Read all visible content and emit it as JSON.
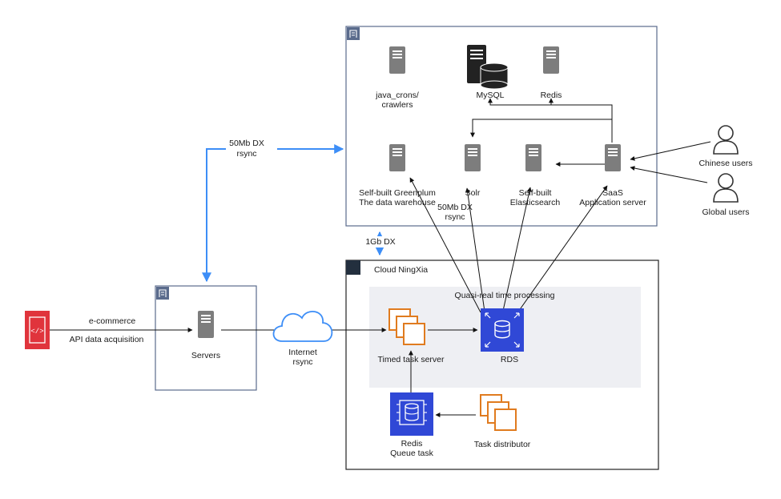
{
  "groups": {
    "cloud_ningxia": "Cloud NingXia",
    "quasi_realtime": "Quasi-real time processing"
  },
  "nodes": {
    "crawlers": [
      "java_crons/",
      "crawlers"
    ],
    "mysql": "MySQL",
    "redis_top": "Redis",
    "greenplum": [
      "Self-built Greenplum",
      "The data warehouse"
    ],
    "solr": "Solr",
    "elasticsearch": [
      "Self-built",
      "Elasticsearch"
    ],
    "saas": [
      "SaaS",
      "Application server"
    ],
    "chinese_users": "Chinese users",
    "global_users": "Global users",
    "servers": "Servers",
    "internet": [
      "Internet",
      "rsync"
    ],
    "timed_task": "Timed task server",
    "rds": "RDS",
    "redis_queue": [
      "Redis",
      "Queue task"
    ],
    "task_distributor": "Task distributor",
    "api": [
      "e-commerce",
      "API data acquisition"
    ]
  },
  "links": {
    "dx_50_top": [
      "50Mb DX",
      "rsync"
    ],
    "dx_50_mid": [
      "50Mb DX",
      "rsync"
    ],
    "dx_1g": "1Gb DX"
  },
  "colors": {
    "group_border": "#5a6b8c",
    "link_blue": "#3d8ef7",
    "server_gray": "#7d7d7d",
    "aws_orange": "#e07b1f",
    "aws_blue": "#3048d6",
    "api_red": "#e0343c",
    "process_bg": "#eeeff3"
  },
  "icons": [
    "building-icon",
    "server-icon",
    "database-icon",
    "user-icon",
    "cloud-icon",
    "ec2-instances-icon",
    "rds-icon",
    "elasticache-icon",
    "api-gateway-icon"
  ]
}
